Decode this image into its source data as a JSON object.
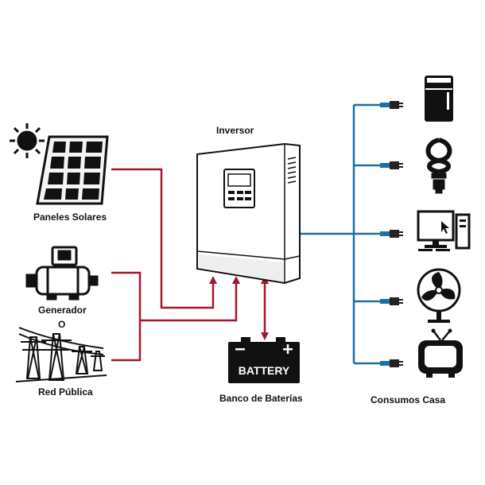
{
  "labels": {
    "inversor": "Inversor",
    "paneles": "Paneles Solares",
    "generador": "Generador",
    "o": "O",
    "red": "Red Pública",
    "banco": "Banco de Baterías",
    "consumos": "Consumos Casa",
    "battery": "BATTERY"
  },
  "colors": {
    "dc_line": "#a3172d",
    "ac_line": "#1d6fa5",
    "ink": "#111111"
  },
  "icons": [
    "sun-icon",
    "solar-panel-icon",
    "generator-icon",
    "power-tower-icon",
    "inverter-icon",
    "battery-icon",
    "fridge-icon",
    "bulb-icon",
    "computer-icon",
    "fan-icon",
    "tv-icon",
    "plug-icon"
  ]
}
